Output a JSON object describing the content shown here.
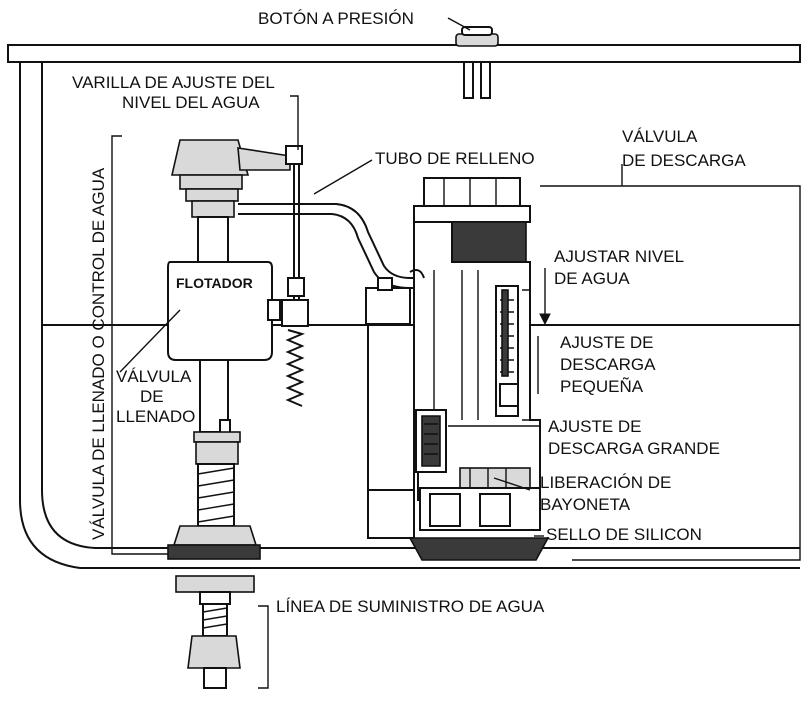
{
  "labels": {
    "push_button": "BOTÓN A PRESIÓN",
    "rod_line1": "VARILLA DE AJUSTE  DEL",
    "rod_line2": "NIVEL DEL AGUA",
    "fill_tube": "TUBO DE RELLENO",
    "flush_valve_line1": "VÁLVULA",
    "flush_valve_line2": "DE DESCARGA",
    "float": "FLOTADOR",
    "water_level_line1": "AJUSTAR NIVEL",
    "water_level_line2": "DE AGUA",
    "small_flush_line1": "AJUSTE DE",
    "small_flush_line2": "DESCARGA",
    "small_flush_line3": "PEQUEÑA",
    "fill_valve_line1": "VÁLVULA",
    "fill_valve_line2": "DE",
    "fill_valve_line3": "LLENADO",
    "large_flush_line1": "AJUSTE DE",
    "large_flush_line2": "DESCARGA GRANDE",
    "bayonet_line1": "LIBERACIÓN DE",
    "bayonet_line2": "BAYONETA",
    "silicone_seal": "SELLO DE SILICON",
    "supply_line": "LÍNEA DE SUMINISTRO DE AGUA",
    "vertical_label": "VÁLVULA DE LLENADO O CONTROL DE AGUA"
  }
}
